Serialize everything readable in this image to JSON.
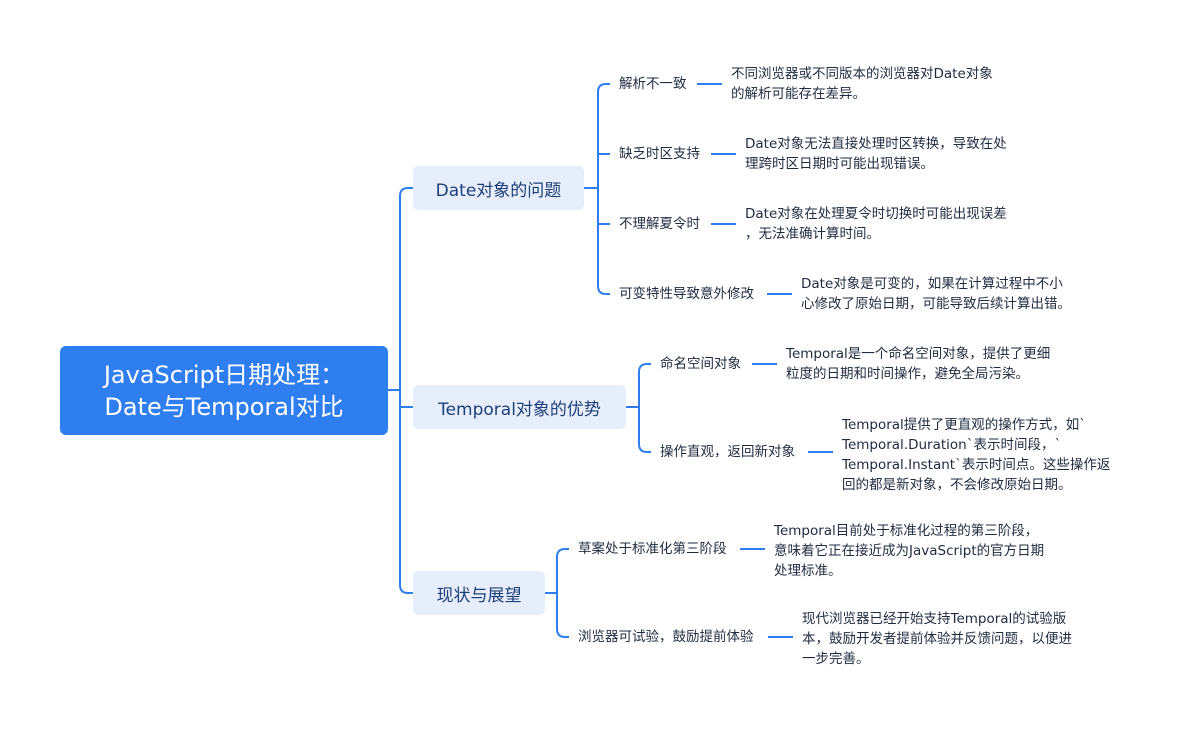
{
  "root": {
    "lines": [
      "JavaScript日期处理：",
      "Date与Temporal对比"
    ]
  },
  "branches": [
    {
      "label": "Date对象的问题",
      "items": [
        {
          "label": "解析不一致",
          "desc": [
            "不同浏览器或不同版本的浏览器对Date对象",
            "的解析可能存在差异。"
          ]
        },
        {
          "label": "缺乏时区支持",
          "desc": [
            "Date对象无法直接处理时区转换，导致在处",
            "理跨时区日期时可能出现错误。"
          ]
        },
        {
          "label": "不理解夏令时",
          "desc": [
            "Date对象在处理夏令时切换时可能出现误差",
            "，无法准确计算时间。"
          ]
        },
        {
          "label": "可变特性导致意外修改",
          "desc": [
            "Date对象是可变的，如果在计算过程中不小",
            "心修改了原始日期，可能导致后续计算出错。"
          ]
        }
      ]
    },
    {
      "label": "Temporal对象的优势",
      "items": [
        {
          "label": "命名空间对象",
          "desc": [
            "Temporal是一个命名空间对象，提供了更细",
            "粒度的日期和时间操作，避免全局污染。"
          ]
        },
        {
          "label": "操作直观，返回新对象",
          "desc": [
            "Temporal提供了更直观的操作方式，如`",
            "Temporal.Duration`表示时间段，`",
            "Temporal.Instant`表示时间点。这些操作返",
            "回的都是新对象，不会修改原始日期。"
          ]
        }
      ]
    },
    {
      "label": "现状与展望",
      "items": [
        {
          "label": "草案处于标准化第三阶段",
          "desc": [
            "Temporal目前处于标准化过程的第三阶段，",
            "意味着它正在接近成为JavaScript的官方日期",
            "处理标准。"
          ]
        },
        {
          "label": "浏览器可试验，鼓励提前体验",
          "desc": [
            "现代浏览器已经开始支持Temporal的试验版",
            "本，鼓励开发者提前体验并反馈问题，以便进",
            "一步完善。"
          ]
        }
      ]
    }
  ],
  "colors": {
    "root": "#2f7ef0",
    "branch_bg": "#e6eefc",
    "line": "#2f7ef0"
  }
}
